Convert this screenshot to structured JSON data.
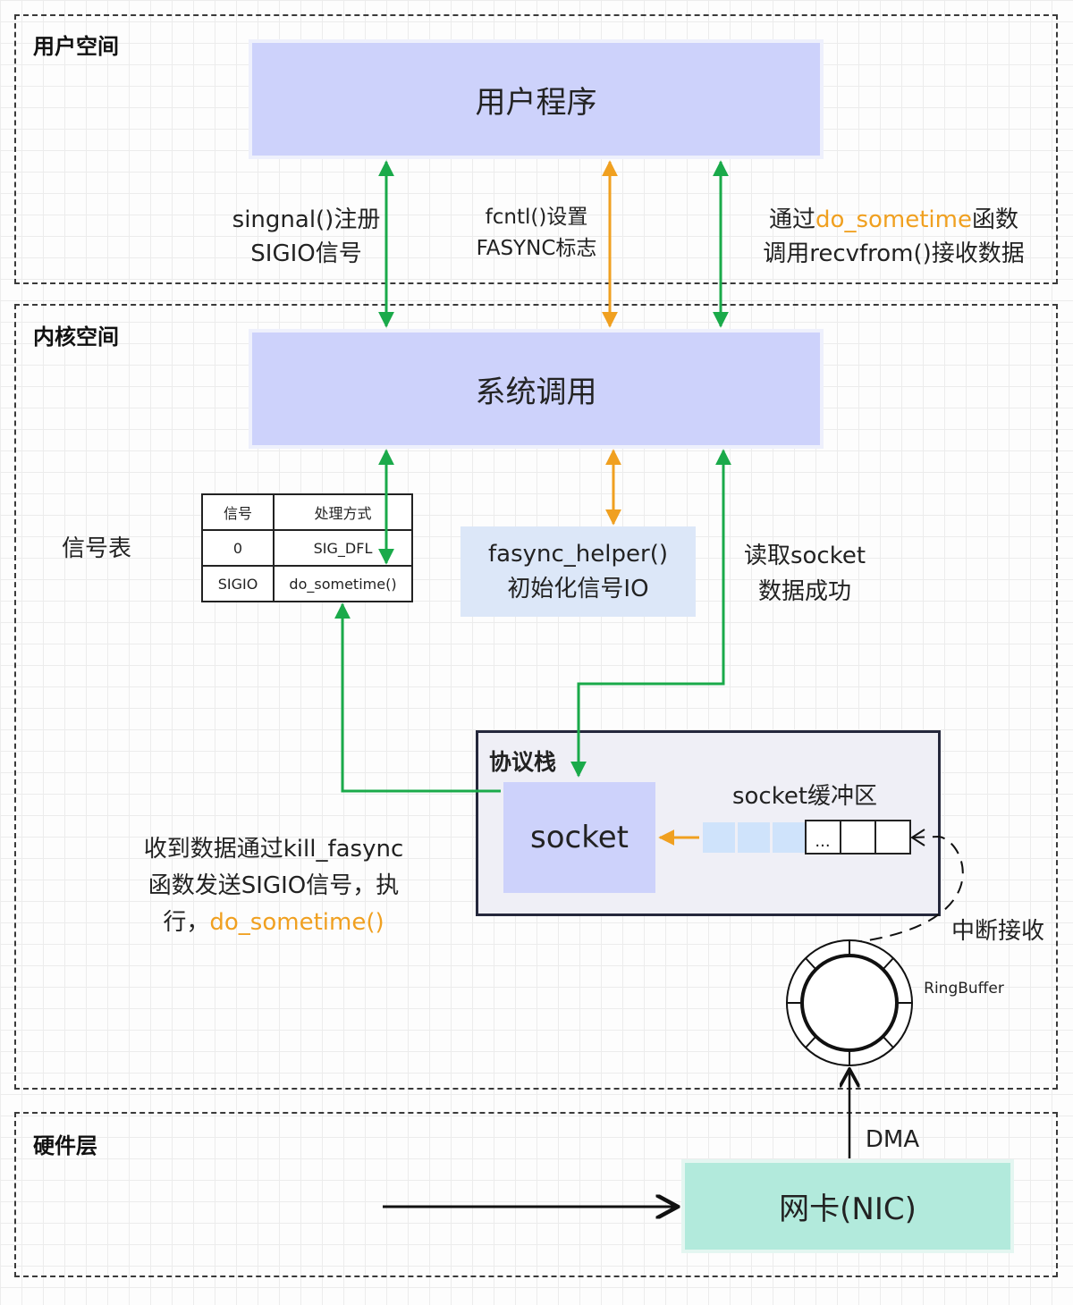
{
  "zones": {
    "user": "用户空间",
    "kernel": "内核空间",
    "hardware": "硬件层"
  },
  "boxes": {
    "user_program": "用户程序",
    "syscall": "系统调用",
    "fasync_helper_line1": "fasync_helper()",
    "fasync_helper_line2": "初始化信号IO",
    "protocol_stack": "协议栈",
    "socket": "socket",
    "nic": "网卡(NIC)"
  },
  "labels": {
    "signal_reg_line1": "singnal()注册",
    "signal_reg_line2": "SIGIO信号",
    "fcntl_line1": "fcntl()设置",
    "fcntl_line2": "FASYNC标志",
    "do_sometime_prefix": "通过",
    "do_sometime_highlight": "do_sometime",
    "do_sometime_suffix": "函数",
    "recvfrom_line": "调用recvfrom()接收数据",
    "signal_table_title": "信号表",
    "read_socket_line1": "读取socket",
    "read_socket_line2": "数据成功",
    "socket_buffer": "socket缓冲区",
    "buffer_ellipsis": "...",
    "kill_fasync_line1": "收到数据通过kill_fasync",
    "kill_fasync_line2": "函数发送SIGIO信号，执",
    "kill_fasync_line3_prefix": "行，",
    "kill_fasync_line3_highlight": "do_sometime()",
    "interrupt_recv": "中断接收",
    "ring_buffer": "RingBuffer",
    "dma": "DMA"
  },
  "signal_table": {
    "headers": [
      "信号",
      "处理方式"
    ],
    "rows": [
      [
        "0",
        "SIG_DFL"
      ],
      [
        "SIGIO",
        "do_sometime()"
      ]
    ]
  },
  "colors": {
    "purple_box": "#cdd2fb",
    "nic_box": "#b2eadc",
    "green_arrow": "#1aaa4a",
    "orange_arrow": "#f0a020",
    "buffer_cell": "#cfe3fb"
  }
}
